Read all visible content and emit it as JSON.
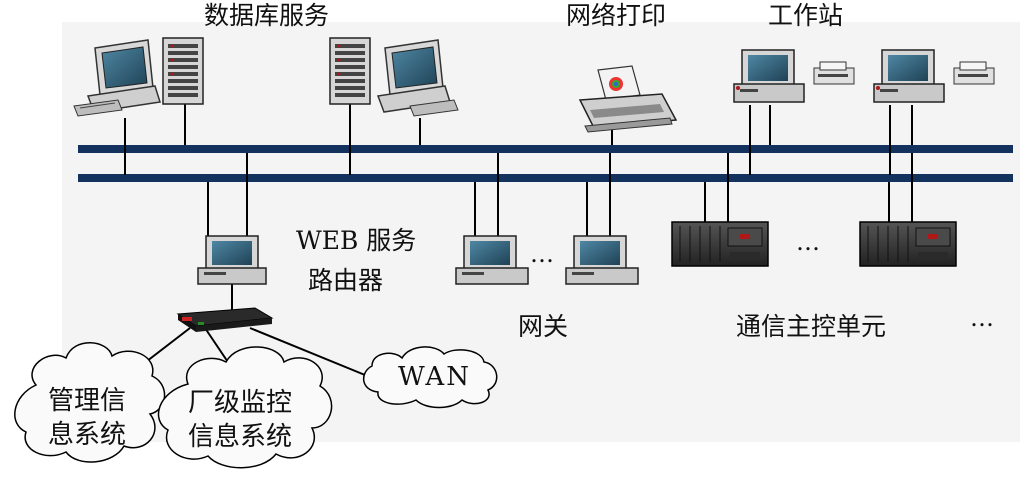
{
  "labels": {
    "database_service": "数据库服务",
    "network_print": "网络打印",
    "workstation": "工作站",
    "web_service": "WEB 服务",
    "router": "路由器",
    "gateway": "网关",
    "comm_control_unit": "通信主控单元"
  },
  "ellipsis": {
    "gateways": "…",
    "control_units": "…",
    "more": "…"
  },
  "clouds": {
    "mis_line1": "管理信",
    "mis_line2": "息系统",
    "plant_line1": "厂级监控",
    "plant_line2": "信息系统",
    "wan": "WAN"
  },
  "colors": {
    "bus": "#13325e",
    "monitor_screen": "#2f5f78",
    "cabinet": "#3a3a3a",
    "router_body": "#1a1a1a",
    "router_led": "#cc2222",
    "accent_red": "#b01818"
  }
}
